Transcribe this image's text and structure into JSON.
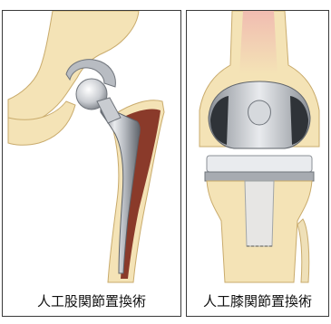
{
  "panels": [
    {
      "id": "hip",
      "caption": "人工股関節置換術",
      "icon": "hip-implant-illustration"
    },
    {
      "id": "knee",
      "caption": "人工膝関節置換術",
      "icon": "knee-implant-illustration"
    }
  ],
  "colors": {
    "bone": "#f4e3b6",
    "bone_outline": "#c9ab6c",
    "metal_light": "#e9ebee",
    "metal_mid": "#b8bcc2",
    "metal_dark": "#6f747b",
    "cavity": "#8a3a2a",
    "ligament": "#f0b8b0",
    "panel_border": "#3a3a3a",
    "caption_text": "#111111"
  }
}
